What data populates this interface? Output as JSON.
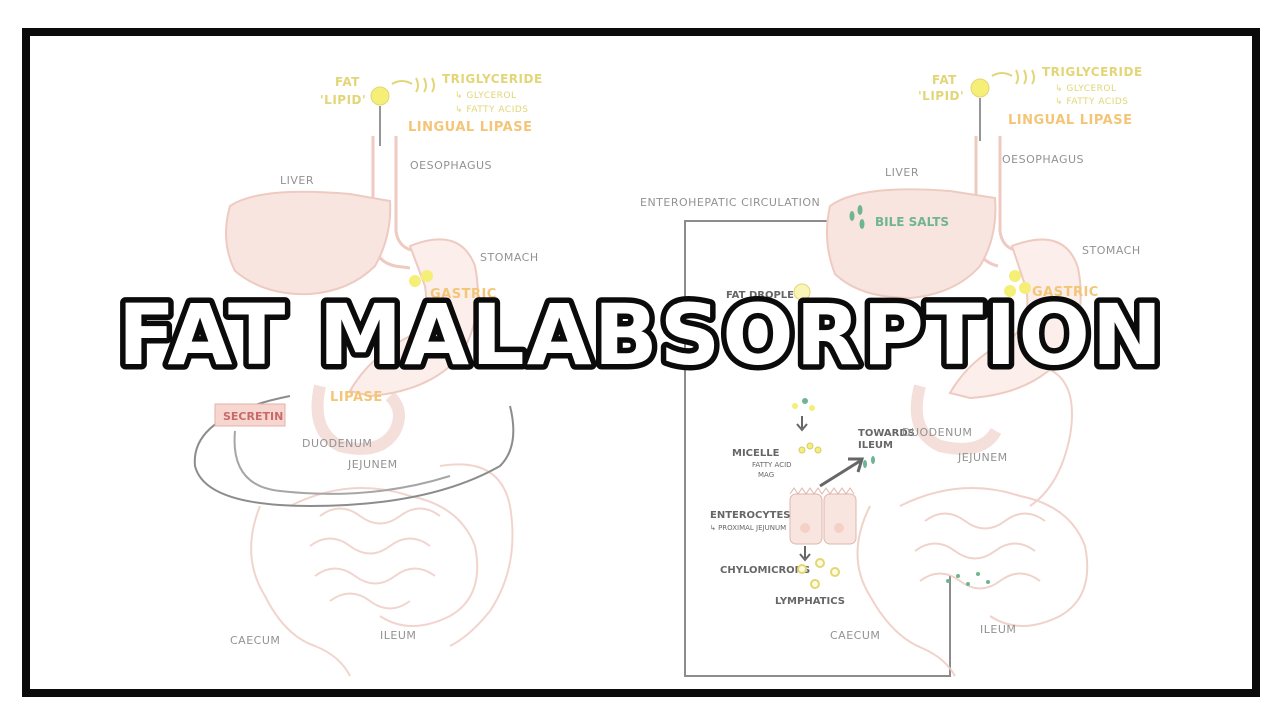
{
  "title": "FAT MALABSORPTION",
  "left_panel": {
    "fat": "FAT",
    "lipid": "'LIPID'",
    "triglyceride": "TRIGLYCERIDE",
    "glycerol": "↳ GLYCEROL",
    "fatty_acids": "↳ FATTY ACIDS",
    "lingual_lipase": "LINGUAL LIPASE",
    "oesophagus": "OESOPHAGUS",
    "liver": "LIVER",
    "stomach": "STOMACH",
    "gastric": "GASTRIC",
    "lipase": "LIPASE",
    "secretin": "SECRETIN",
    "duodenum": "DUODENUM",
    "jejunem": "JEJUNEM",
    "caecum": "CAECUM",
    "ileum": "ILEUM"
  },
  "right_panel": {
    "fat": "FAT",
    "lipid": "'LIPID'",
    "triglyceride": "TRIGLYCERIDE",
    "glycerol": "↳ GLYCEROL",
    "fatty_acids": "↳ FATTY ACIDS",
    "lingual_lipase": "LINGUAL LIPASE",
    "oesophagus": "OESOPHAGUS",
    "liver": "LIVER",
    "stomach": "STOMACH",
    "gastric": "GASTRIC",
    "enterohepatic": "ENTEROHEPATIC CIRCULATION",
    "bile_salts": "BILE SALTS",
    "fat_droplet": "FAT DROPLET",
    "micelle": "MICELLE",
    "fatty_acid": "FATTY ACID",
    "mag": "MAG",
    "towards": "TOWARDS",
    "ileum_caps": "ILEUM",
    "enterocytes": "ENTEROCYTES",
    "proximal_jejunum": "↳ PROXIMAL JEJUNUM",
    "chylomicrons": "CHYLOMICRONS",
    "lymphatics": "LYMPHATICS",
    "duodenum": "DUODENUM",
    "jejunem": "JEJUNEM",
    "caecum": "CAECUM",
    "ileum": "ILEUM"
  },
  "colors": {
    "frame": "#0b0b0b",
    "organ_fill": "#f6ddd6",
    "organ_stroke": "#e8b9ad",
    "fat_yellow": "#f2e94a",
    "label_orange": "#f1b24a",
    "bile_green": "#3f9d6a"
  }
}
